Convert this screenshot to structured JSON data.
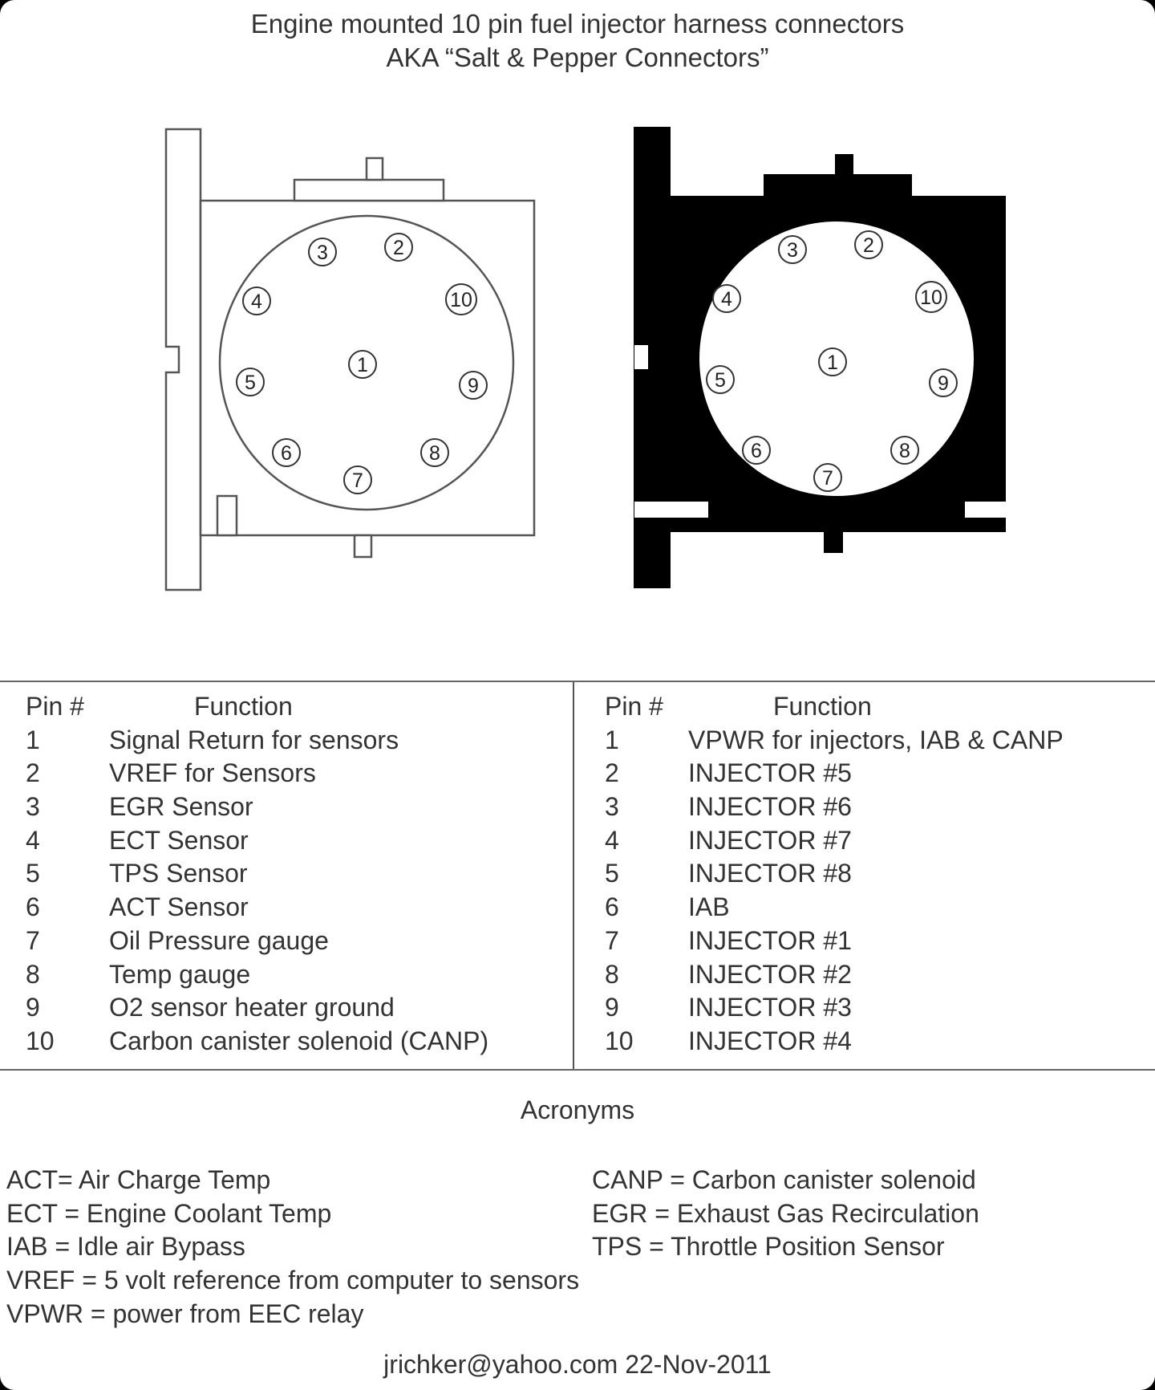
{
  "header": {
    "title_line1": "Engine mounted 10 pin fuel injector harness connectors",
    "title_line2": "AKA “Salt & Pepper Connectors”"
  },
  "connectors": {
    "pin_numbers": [
      "1",
      "2",
      "3",
      "4",
      "5",
      "6",
      "7",
      "8",
      "9",
      "10"
    ]
  },
  "table": {
    "left": {
      "header_pin": "Pin #",
      "header_function": "Function",
      "rows": [
        {
          "pin": "1",
          "function": "Signal Return for sensors"
        },
        {
          "pin": "2",
          "function": "VREF for Sensors"
        },
        {
          "pin": "3",
          "function": "EGR Sensor"
        },
        {
          "pin": "4",
          "function": "ECT Sensor"
        },
        {
          "pin": "5",
          "function": "TPS Sensor"
        },
        {
          "pin": "6",
          "function": "ACT Sensor"
        },
        {
          "pin": "7",
          "function": "Oil Pressure gauge"
        },
        {
          "pin": "8",
          "function": "Temp gauge"
        },
        {
          "pin": "9",
          "function": "O2 sensor heater ground"
        },
        {
          "pin": "10",
          "function": "Carbon canister solenoid (CANP)"
        }
      ]
    },
    "right": {
      "header_pin": "Pin #",
      "header_function": "Function",
      "rows": [
        {
          "pin": "1",
          "function": "VPWR for injectors, IAB & CANP"
        },
        {
          "pin": "2",
          "function": "INJECTOR #5"
        },
        {
          "pin": "3",
          "function": "INJECTOR #6"
        },
        {
          "pin": "4",
          "function": "INJECTOR #7"
        },
        {
          "pin": "5",
          "function": "INJECTOR #8"
        },
        {
          "pin": "6",
          "function": "IAB"
        },
        {
          "pin": "7",
          "function": "INJECTOR #1"
        },
        {
          "pin": "8",
          "function": "INJECTOR #2"
        },
        {
          "pin": "9",
          "function": "INJECTOR #3"
        },
        {
          "pin": "10",
          "function": "INJECTOR #4"
        }
      ]
    }
  },
  "acronyms": {
    "title": "Acronyms",
    "left": [
      "ACT= Air Charge Temp",
      "ECT = Engine Coolant Temp",
      "IAB = Idle air Bypass",
      "VREF = 5 volt reference from computer to sensors",
      "VPWR = power from EEC relay"
    ],
    "right": [
      "CANP = Carbon canister solenoid",
      "EGR = Exhaust Gas Recirculation",
      "TPS = Throttle Position Sensor"
    ]
  },
  "footer": {
    "credit": "jrichker@yahoo.com 22-Nov-2011"
  },
  "colors": {
    "salt_fill": "#ffffff",
    "pepper_fill": "#000000",
    "line": "#555555",
    "text": "#333333"
  }
}
